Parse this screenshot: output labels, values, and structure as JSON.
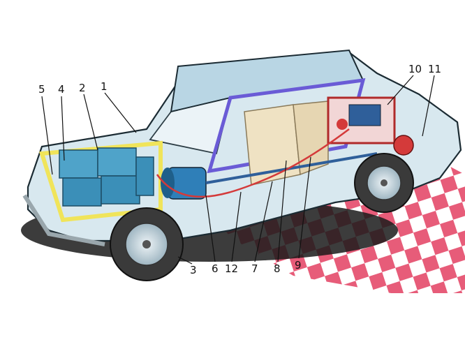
{
  "callouts": [
    {
      "id": "5",
      "label": "5"
    },
    {
      "id": "4",
      "label": "4"
    },
    {
      "id": "2",
      "label": "2"
    },
    {
      "id": "1",
      "label": "1"
    },
    {
      "id": "10",
      "label": "10"
    },
    {
      "id": "11",
      "label": "11"
    },
    {
      "id": "3",
      "label": "3"
    },
    {
      "id": "6",
      "label": "6"
    },
    {
      "id": "12",
      "label": "12"
    },
    {
      "id": "7",
      "label": "7"
    },
    {
      "id": "8",
      "label": "8"
    },
    {
      "id": "9",
      "label": "9"
    }
  ],
  "colors": {
    "body_fill": "#d8e8ef",
    "roof_fill": "#b9d6e4",
    "battery": "#4fa3c9",
    "frame_yellow": "#f0e45a",
    "motor_blue": "#2f7fb8",
    "wire_purple": "#6a5bd6",
    "wire_red": "#d43a3a",
    "floor_red": "#e44a6a",
    "seat_beige": "#efe2c3",
    "tire": "#3a3a3a"
  },
  "icons": [
    "car-cutaway-illustration",
    "battery-pack-icon",
    "electric-motor-icon",
    "controller-box-icon",
    "wheel-icon"
  ]
}
